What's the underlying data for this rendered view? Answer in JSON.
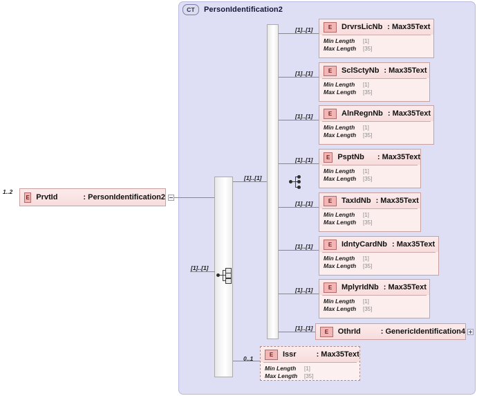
{
  "diagram": {
    "type": "xsd-schema-diagram",
    "complex_type": {
      "badge": "CT",
      "name": "PersonIdentification2"
    },
    "root_element": {
      "badge": "E",
      "cardinality": "1..2",
      "name": "PrvtId",
      "type": ": PersonIdentification2",
      "expander": "minus-box"
    },
    "compositors": [
      {
        "name": "outer-sequence",
        "kind": "sequence",
        "cardinality": "[1]..[1]"
      },
      {
        "name": "inner-choice",
        "kind": "choice",
        "cardinality": "[1]..[1]"
      }
    ],
    "facet_labels": {
      "min_length": "Min Length",
      "max_length": "Max Length",
      "min_value": "[1]",
      "max_value": "[35]"
    },
    "choice_elements": [
      {
        "badge": "E",
        "cardinality": "[1]..[1]",
        "name": "DrvrsLicNb",
        "type": ": Max35Text",
        "min_length": "[1]",
        "max_length": "[35]",
        "has_facets": true,
        "expander": null
      },
      {
        "badge": "E",
        "cardinality": "[1]..[1]",
        "name": "SclSctyNb",
        "type": ": Max35Text",
        "min_length": "[1]",
        "max_length": "[35]",
        "has_facets": true,
        "expander": null
      },
      {
        "badge": "E",
        "cardinality": "[1]..[1]",
        "name": "AlnRegnNb",
        "type": ": Max35Text",
        "min_length": "[1]",
        "max_length": "[35]",
        "has_facets": true,
        "expander": null
      },
      {
        "badge": "E",
        "cardinality": "[1]..[1]",
        "name": "PsptNb",
        "type": ": Max35Text",
        "min_length": "[1]",
        "max_length": "[35]",
        "has_facets": true,
        "expander": null
      },
      {
        "badge": "E",
        "cardinality": "[1]..[1]",
        "name": "TaxIdNb",
        "type": ": Max35Text",
        "min_length": "[1]",
        "max_length": "[35]",
        "has_facets": true,
        "expander": null
      },
      {
        "badge": "E",
        "cardinality": "[1]..[1]",
        "name": "IdntyCardNb",
        "type": ": Max35Text",
        "min_length": "[1]",
        "max_length": "[35]",
        "has_facets": true,
        "expander": null
      },
      {
        "badge": "E",
        "cardinality": "[1]..[1]",
        "name": "MplyrIdNb",
        "type": ": Max35Text",
        "min_length": "[1]",
        "max_length": "[35]",
        "has_facets": true,
        "expander": null
      },
      {
        "badge": "E",
        "cardinality": "[1]..[1]",
        "name": "OthrId",
        "type": ": GenericIdentification4",
        "min_length": null,
        "max_length": null,
        "has_facets": false,
        "expander": "plus-box"
      }
    ],
    "optional_element": {
      "badge": "E",
      "cardinality": "0..1",
      "name": "Issr",
      "type": ": Max35Text",
      "min_length": "[1]",
      "max_length": "[35]"
    }
  },
  "colors": {
    "container_fill": "#dedef5",
    "element_fill": "#fdeeee",
    "element_border": "#c9a0a0",
    "badge_fill": "#f3b6b6",
    "line": "#86868f"
  }
}
